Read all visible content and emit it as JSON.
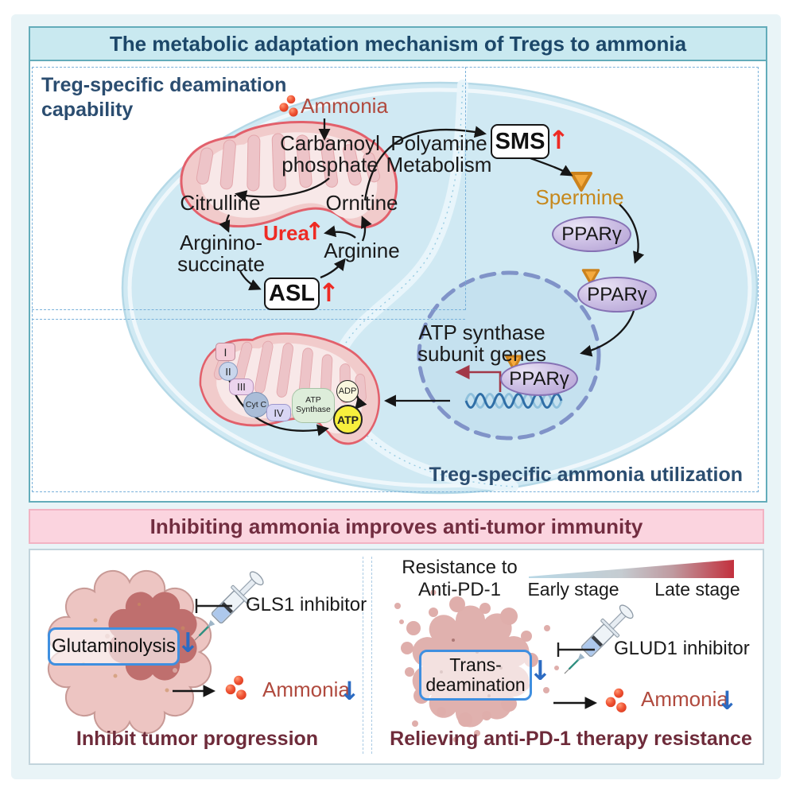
{
  "figure": {
    "top": {
      "title": "The metabolic adaptation mechanism of Tregs to ammonia",
      "deamination_title_line1": "Treg-specific deamination",
      "deamination_title_line2": "capability",
      "utilization_title": "Treg-specific ammonia utilization",
      "ammonia": "Ammonia",
      "carbamoyl_line1": "Carbamoyl",
      "carbamoyl_line2": "phosphate",
      "citrulline": "Citrulline",
      "ornitine": "Ornitine",
      "urea": "Urea",
      "arginino_line1": "Arginino-",
      "arginino_line2": "succinate",
      "arginine": "Arginine",
      "asl": "ASL",
      "polyamine_line1": "Polyamine",
      "polyamine_line2": "Metabolism",
      "sms": "SMS",
      "spermine": "Spermine",
      "pparg": "PPARγ",
      "atp_genes_line1": "ATP synthase",
      "atp_genes_line2": "subunit genes",
      "etc": {
        "c1": "I",
        "c2": "II",
        "c3": "III",
        "cytc": "Cyt C",
        "c4": "IV",
        "synthase_line1": "ATP",
        "synthase_line2": "Synthase",
        "adp": "ADP",
        "atp": "ATP"
      }
    },
    "bottom": {
      "title": "Inhibiting ammonia improves anti-tumor immunity",
      "left": {
        "process": "Glutaminolysis",
        "inhibitor": "GLS1 inhibitor",
        "ammonia": "Ammonia",
        "caption": "Inhibit tumor progression"
      },
      "right": {
        "resistance_line1": "Resistance to",
        "resistance_line2": "Anti-PD-1",
        "early": "Early stage",
        "late": "Late stage",
        "process_line1": "Trans-",
        "process_line2": "deamination",
        "inhibitor": "GLUD1 inhibitor",
        "ammonia": "Ammonia",
        "caption": "Relieving anti-PD-1 therapy resistance"
      }
    },
    "icons": {
      "up_arrow": "↑",
      "down_arrow": "↓"
    },
    "colors": {
      "teal_border": "#63acba",
      "title_bg": "#c9e9f0",
      "title_text": "#1c4769",
      "panel_label": "#2b4d70",
      "cell_fill": "#d0e9f3",
      "mito_stroke": "#e2606b",
      "ammonia_text": "#b04a3e",
      "ammonia_dot": "#f05338",
      "increase_red": "#ee2b24",
      "decrease_blue": "#2c6bc2",
      "spermine_orange": "#c6881c",
      "pparg_fill": "#c5b5de",
      "nucleus_stroke": "#8093c8",
      "pink_bar_bg": "#fbd4df",
      "pink_bar_border": "#f2b3c3",
      "maroon_text": "#6e2b3a",
      "inhibitor_box_blue": "#3f8fe0",
      "gradient_start": "#b9d8e6",
      "gradient_end": "#c2303d"
    }
  }
}
